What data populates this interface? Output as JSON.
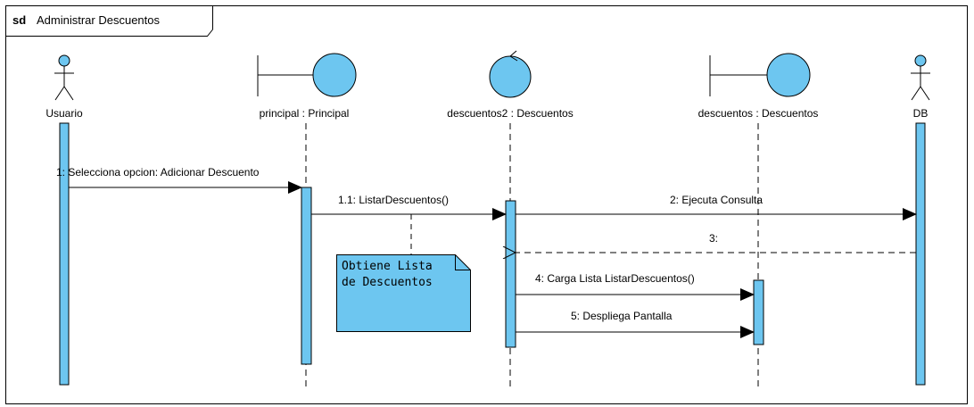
{
  "frame": {
    "keyword": "sd",
    "title": "Administrar Descuentos"
  },
  "lifelines": {
    "usuario": "Usuario",
    "principal": "principal : Principal",
    "descuentos2": "descuentos2 : Descuentos",
    "descuentos": "descuentos : Descuentos",
    "db": "DB"
  },
  "messages": {
    "m1": "1: Selecciona opcion: Adicionar Descuento",
    "m1_1": "1.1: ListarDescuentos()",
    "m2": "2: Ejecuta Consulta",
    "m3": "3:",
    "m4": "4: Carga Lista ListarDescuentos()",
    "m5": "5: Despliega Pantalla"
  },
  "note": {
    "line1": "Obtiene Lista",
    "line2": "de Descuentos"
  },
  "colors": {
    "element_fill": "#6DC6F0",
    "line": "#000000",
    "background": "#FFFFFF"
  }
}
